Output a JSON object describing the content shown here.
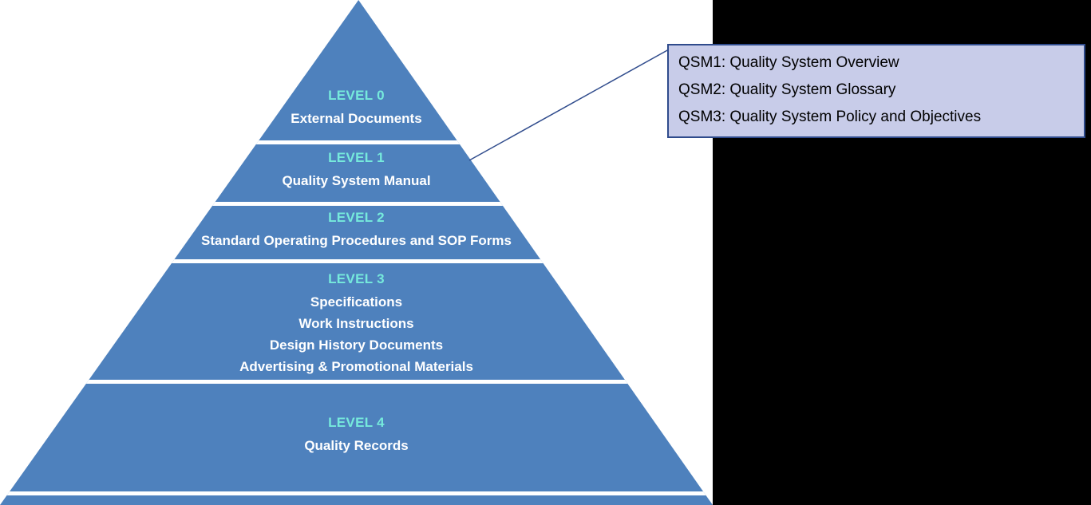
{
  "pyramid": {
    "fill_color": "#4E81BD",
    "divider_color": "#FFFFFF",
    "level_label_color": "#76EADC",
    "text_color": "#FFFFFF",
    "levels": [
      {
        "label": "LEVEL 0",
        "lines": [
          "External Documents"
        ]
      },
      {
        "label": "LEVEL 1",
        "lines": [
          "Quality System Manual"
        ]
      },
      {
        "label": "LEVEL 2",
        "lines": [
          "Standard Operating Procedures and SOP Forms"
        ]
      },
      {
        "label": "LEVEL 3",
        "lines": [
          "Specifications",
          "Work Instructions",
          "Design History Documents",
          "Advertising & Promotional Materials"
        ]
      },
      {
        "label": "LEVEL 4",
        "lines": [
          "Quality Records"
        ]
      }
    ]
  },
  "callout": {
    "background_color": "#C8CCE9",
    "border_color": "#2F4B8C",
    "connector_color": "#2F4B8C",
    "items": [
      "QSM1: Quality System Overview",
      "QSM2: Quality System Glossary",
      "QSM3: Quality System Policy and Objectives"
    ]
  },
  "background": {
    "left_color": "#FFFFFF",
    "right_panel_color": "#000000"
  }
}
